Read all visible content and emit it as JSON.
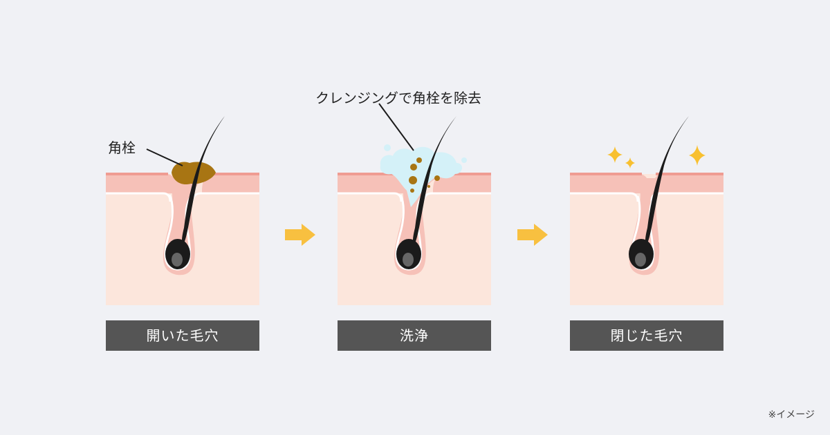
{
  "panels": [
    {
      "label": "開いた毛穴"
    },
    {
      "label": "洗浄"
    },
    {
      "label": "閉じた毛穴"
    }
  ],
  "callouts": {
    "plug": "角栓",
    "cleansing": "クレンジングで角栓を除去"
  },
  "note": "※イメージ",
  "colors": {
    "background": "#f0f1f5",
    "skin_outer": "#f6c1b8",
    "skin_top_edge": "#ef9c92",
    "dermis": "#fce6dc",
    "hair": "#1b1b1b",
    "bulb_core": "#666666",
    "plug": "#a87513",
    "foam": "#d4f1f8",
    "arrow": "#f8c040",
    "sparkle": "#f8c030",
    "label_bg": "#555555"
  },
  "icons": [
    "arrow-right-icon",
    "sparkle-icon",
    "foam-bubble-icon"
  ]
}
